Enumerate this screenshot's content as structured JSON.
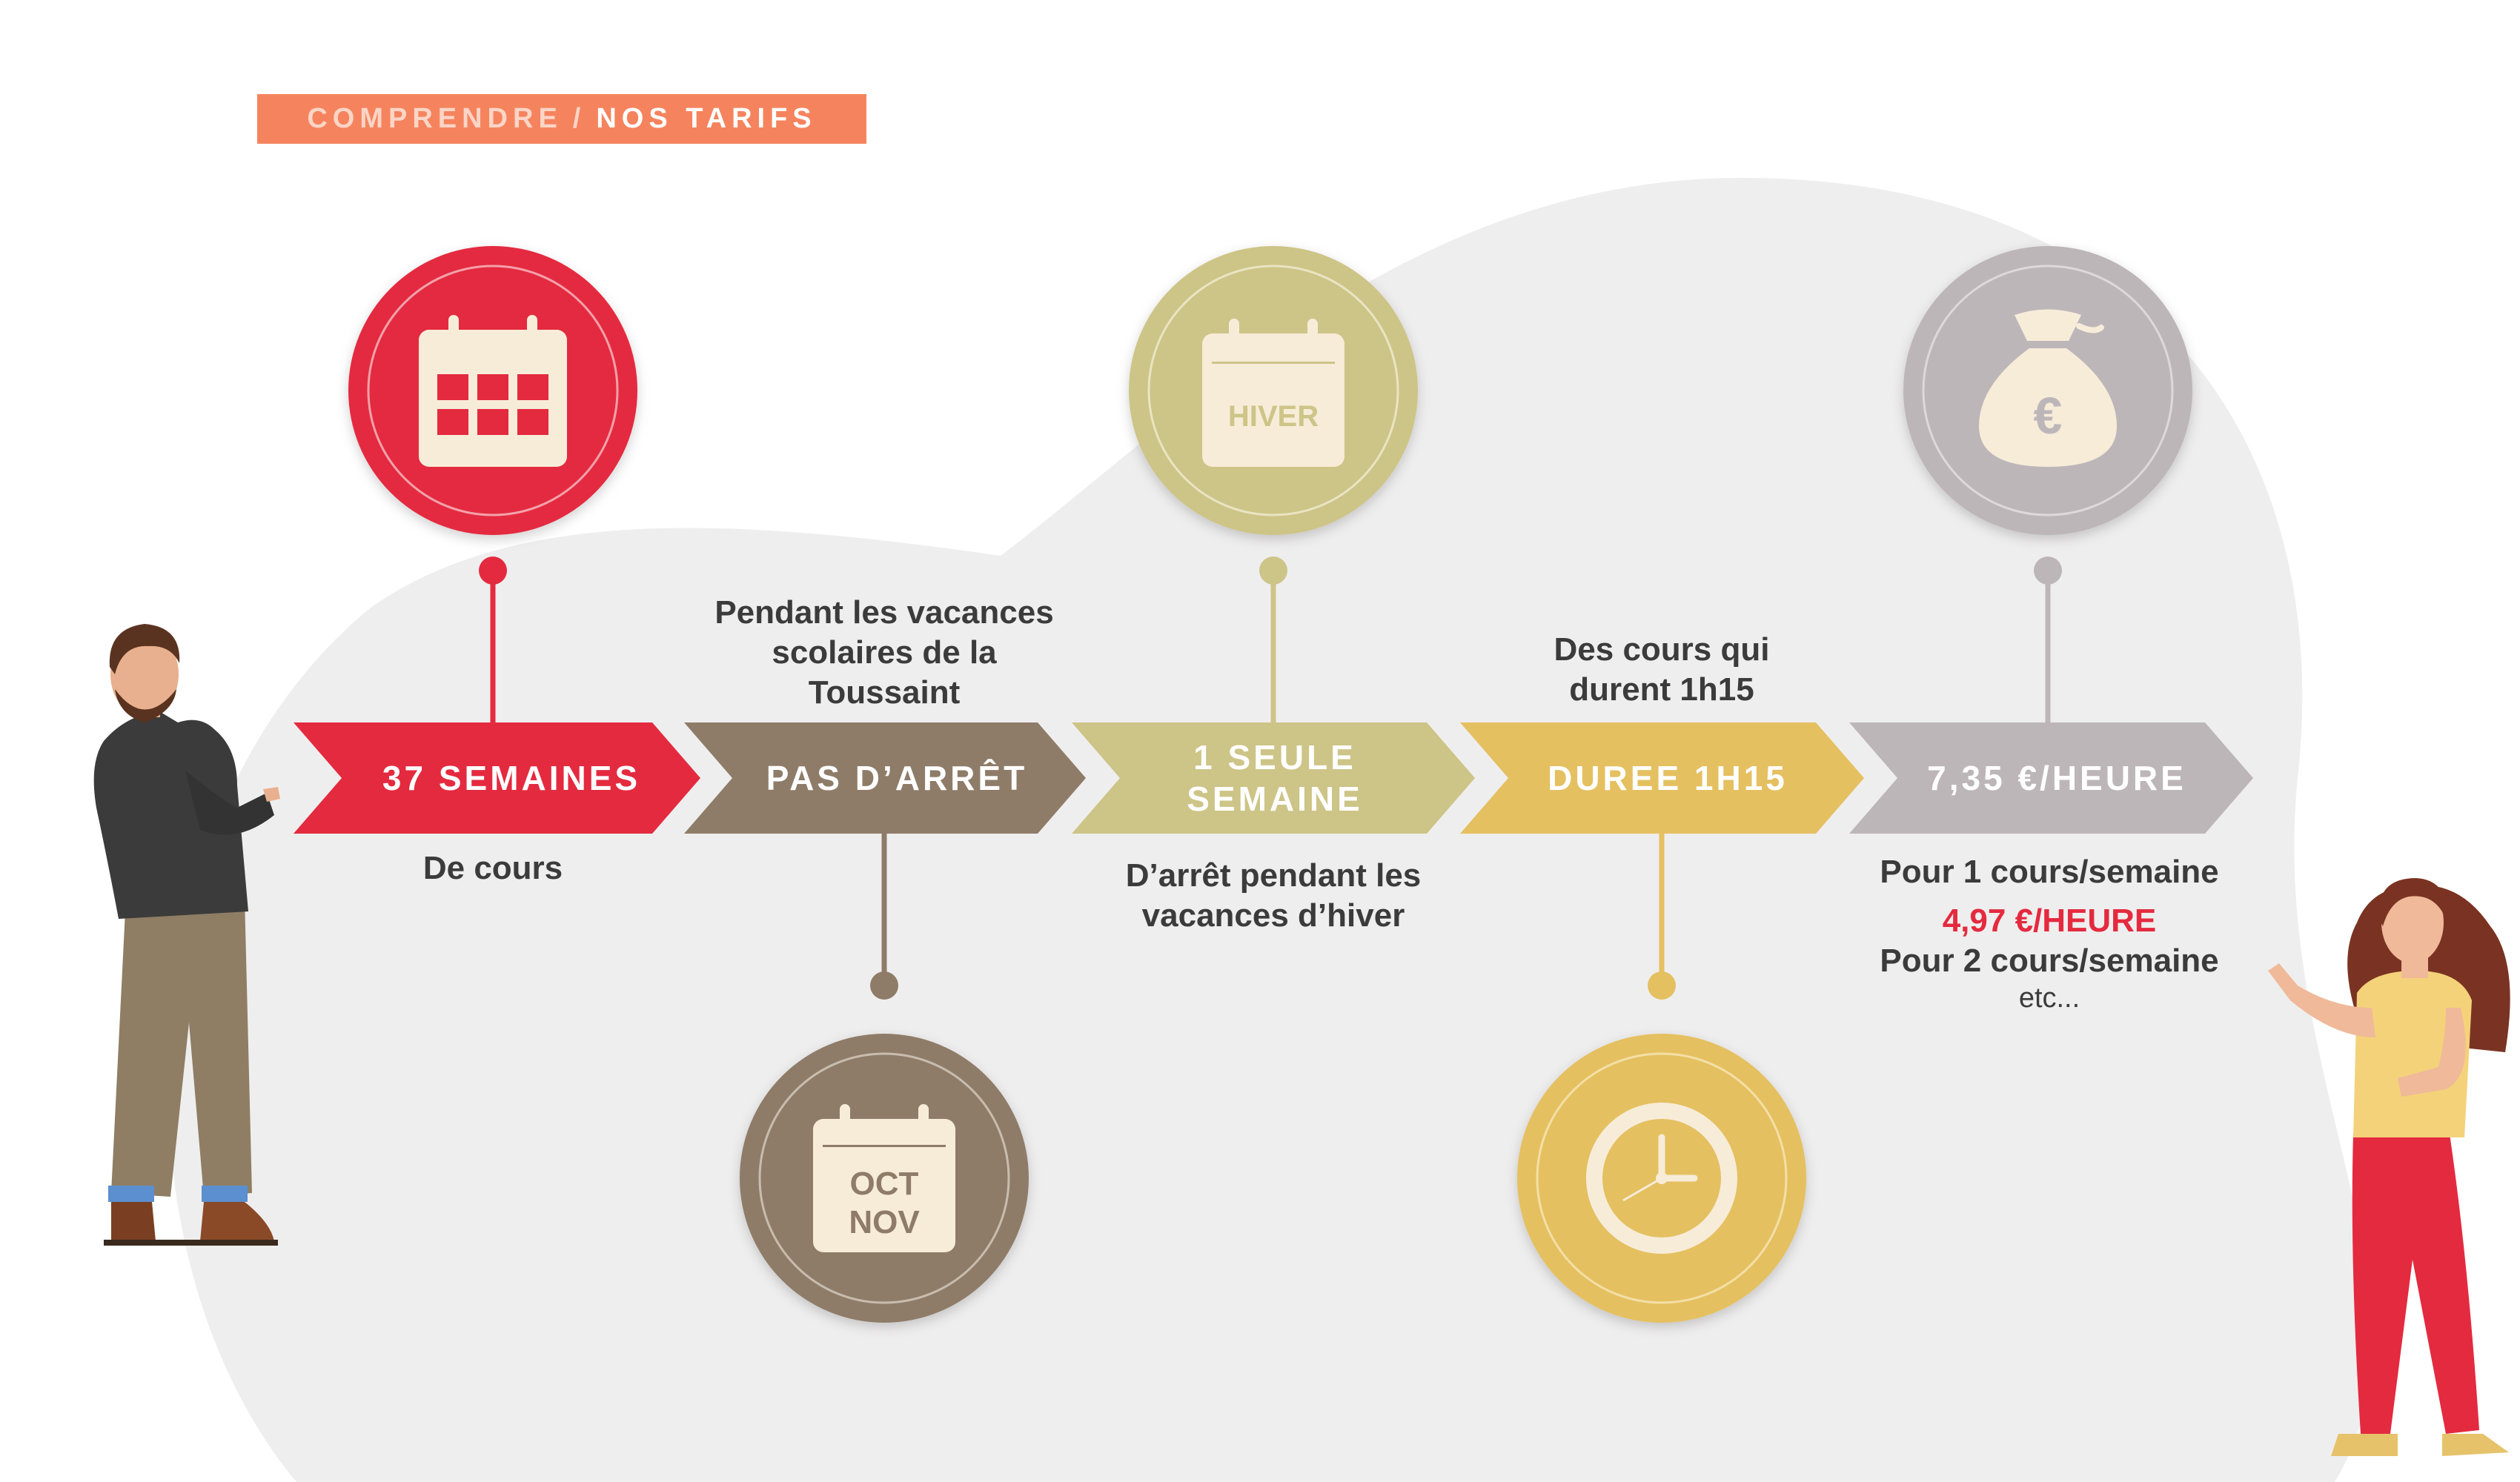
{
  "header": {
    "part1": "COMPRENDRE",
    "separator": "/",
    "part2": "NOS TARIFS"
  },
  "colors": {
    "red": "#e42a3f",
    "brown": "#8e7c69",
    "olive": "#cdc487",
    "gold": "#e5c061",
    "grey": "#bdb6b9",
    "orange": "#f5845e"
  },
  "steps": [
    {
      "label": [
        "37 SEMAINES"
      ],
      "caption_below": [
        "De cours"
      ],
      "icon": "calendar-grid-icon"
    },
    {
      "label": [
        "PAS D’ARRÊT"
      ],
      "caption_above": [
        "Pendant les vacances",
        "scolaires de la",
        "Toussaint"
      ],
      "icon": "calendar-oct-nov-icon",
      "icon_text": [
        "OCT",
        "NOV"
      ]
    },
    {
      "label": [
        "1 SEULE",
        "SEMAINE"
      ],
      "caption_below": [
        "D’arrêt pendant les",
        "vacances d’hiver"
      ],
      "icon": "calendar-hiver-icon",
      "icon_text": [
        "HIVER"
      ]
    },
    {
      "label": [
        "DUREE 1H15"
      ],
      "caption_above": [
        "Des cours qui",
        "durent 1h15"
      ],
      "icon": "clock-icon"
    },
    {
      "label": [
        "7,35 €/HEURE"
      ],
      "icon": "money-bag-euro-icon",
      "icon_text": [
        "€"
      ]
    }
  ],
  "pricing_note": {
    "line1": "Pour 1 cours/semaine",
    "price2": "4,97 €/HEURE",
    "line2": "Pour 2 cours/semaine",
    "line3": "etc..."
  }
}
